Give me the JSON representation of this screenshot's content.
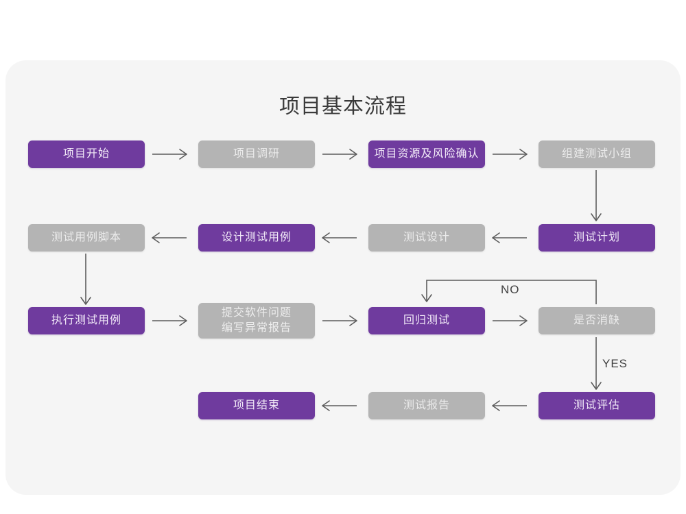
{
  "diagram": {
    "title": "项目基本流程",
    "colors": {
      "purple": "#6f3b9e",
      "grey": "#b4b4b4",
      "card_bg": "#f5f5f5",
      "page_bg": "#ffffff",
      "connector": "#5d5d5d",
      "title_text": "#3a3a3a"
    },
    "nodes": [
      {
        "id": "n1",
        "label": "项目开始",
        "style": "purple",
        "row": 1,
        "col": 1
      },
      {
        "id": "n2",
        "label": "项目调研",
        "style": "grey",
        "row": 1,
        "col": 2
      },
      {
        "id": "n3",
        "label": "项目资源及风险确认",
        "style": "purple",
        "row": 1,
        "col": 3
      },
      {
        "id": "n4",
        "label": "组建测试小组",
        "style": "grey",
        "row": 1,
        "col": 4
      },
      {
        "id": "n5",
        "label": "测试用例脚本",
        "style": "grey",
        "row": 2,
        "col": 1
      },
      {
        "id": "n6",
        "label": "设计测试用例",
        "style": "purple",
        "row": 2,
        "col": 2
      },
      {
        "id": "n7",
        "label": "测试设计",
        "style": "grey",
        "row": 2,
        "col": 3
      },
      {
        "id": "n8",
        "label": "测试计划",
        "style": "purple",
        "row": 2,
        "col": 4
      },
      {
        "id": "n9",
        "label": "执行测试用例",
        "style": "purple",
        "row": 3,
        "col": 1
      },
      {
        "id": "n10",
        "label": "提交软件问题\n编写异常报告",
        "style": "grey",
        "row": 3,
        "col": 2
      },
      {
        "id": "n11",
        "label": "回归测试",
        "style": "purple",
        "row": 3,
        "col": 3
      },
      {
        "id": "n12",
        "label": "是否消缺",
        "style": "grey",
        "row": 3,
        "col": 4
      },
      {
        "id": "n13",
        "label": "项目结束",
        "style": "purple",
        "row": 4,
        "col": 2
      },
      {
        "id": "n14",
        "label": "测试报告",
        "style": "grey",
        "row": 4,
        "col": 3
      },
      {
        "id": "n15",
        "label": "测试评估",
        "style": "purple",
        "row": 4,
        "col": 4
      }
    ],
    "edge_labels": {
      "no": "NO",
      "yes": "YES"
    },
    "edges": [
      {
        "from": "n1",
        "to": "n2",
        "direction": "right"
      },
      {
        "from": "n2",
        "to": "n3",
        "direction": "right"
      },
      {
        "from": "n3",
        "to": "n4",
        "direction": "right"
      },
      {
        "from": "n4",
        "to": "n8",
        "direction": "down"
      },
      {
        "from": "n8",
        "to": "n7",
        "direction": "left"
      },
      {
        "from": "n7",
        "to": "n6",
        "direction": "left"
      },
      {
        "from": "n6",
        "to": "n5",
        "direction": "left"
      },
      {
        "from": "n5",
        "to": "n9",
        "direction": "down"
      },
      {
        "from": "n9",
        "to": "n10",
        "direction": "right"
      },
      {
        "from": "n10",
        "to": "n11",
        "direction": "right"
      },
      {
        "from": "n11",
        "to": "n12",
        "direction": "right"
      },
      {
        "from": "n12",
        "to": "n11",
        "direction": "loop-back",
        "label": "NO"
      },
      {
        "from": "n12",
        "to": "n15",
        "direction": "down",
        "label": "YES"
      },
      {
        "from": "n15",
        "to": "n14",
        "direction": "left"
      },
      {
        "from": "n14",
        "to": "n13",
        "direction": "left"
      }
    ]
  }
}
